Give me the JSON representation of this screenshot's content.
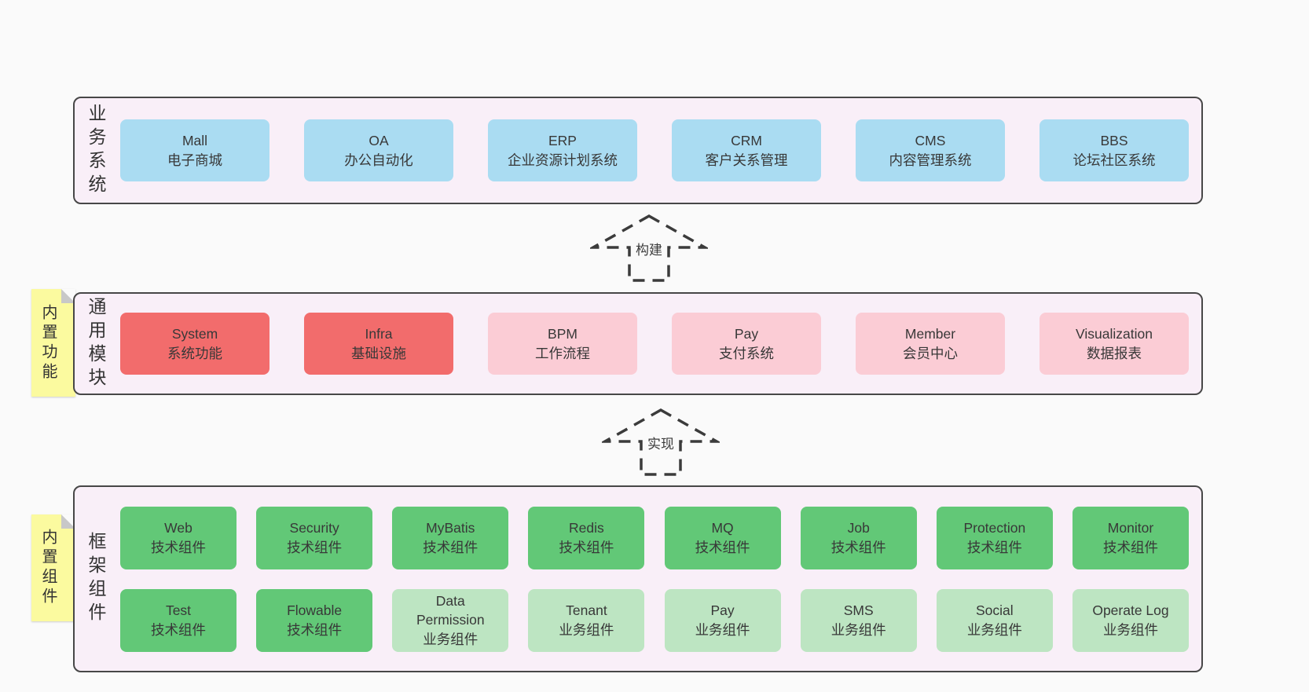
{
  "palette": {
    "page_bg": "#fafafa",
    "panel_bg": "#f9eff8",
    "panel_border": "#474747",
    "blue": "#aadcf2",
    "red": "#f26c6c",
    "pink": "#fbccd5",
    "green_dark": "#62c877",
    "green_light": "#bde5c2",
    "sticky_yellow": "#fbfa9f",
    "sticky_fold": "#c8c8c8",
    "text": "#383838"
  },
  "arrows": {
    "build": "构建",
    "implement": "实现"
  },
  "business": {
    "label": "业务系统",
    "items": [
      {
        "title": "Mall",
        "subtitle": "电子商城",
        "variant": "blue"
      },
      {
        "title": "OA",
        "subtitle": "办公自动化",
        "variant": "blue"
      },
      {
        "title": "ERP",
        "subtitle": "企业资源计划系统",
        "variant": "blue"
      },
      {
        "title": "CRM",
        "subtitle": "客户关系管理",
        "variant": "blue"
      },
      {
        "title": "CMS",
        "subtitle": "内容管理系统",
        "variant": "blue"
      },
      {
        "title": "BBS",
        "subtitle": "论坛社区系统",
        "variant": "blue"
      }
    ]
  },
  "modules": {
    "label": "通用模块",
    "sticky": "内置功能",
    "items": [
      {
        "title": "System",
        "subtitle": "系统功能",
        "variant": "red"
      },
      {
        "title": "Infra",
        "subtitle": "基础设施",
        "variant": "red"
      },
      {
        "title": "BPM",
        "subtitle": "工作流程",
        "variant": "pink"
      },
      {
        "title": "Pay",
        "subtitle": "支付系统",
        "variant": "pink"
      },
      {
        "title": "Member",
        "subtitle": "会员中心",
        "variant": "pink"
      },
      {
        "title": "Visualization",
        "subtitle": "数据报表",
        "variant": "pink"
      }
    ]
  },
  "framework": {
    "label": "框架组件",
    "sticky": "内置组件",
    "rows": [
      {
        "items": [
          {
            "title": "Web",
            "subtitle": "技术组件",
            "variant": "green"
          },
          {
            "title": "Security",
            "subtitle": "技术组件",
            "variant": "green"
          },
          {
            "title": "MyBatis",
            "subtitle": "技术组件",
            "variant": "green"
          },
          {
            "title": "Redis",
            "subtitle": "技术组件",
            "variant": "green"
          },
          {
            "title": "MQ",
            "subtitle": "技术组件",
            "variant": "green"
          },
          {
            "title": "Job",
            "subtitle": "技术组件",
            "variant": "green"
          },
          {
            "title": "Protection",
            "subtitle": "技术组件",
            "variant": "green"
          },
          {
            "title": "Monitor",
            "subtitle": "技术组件",
            "variant": "green"
          }
        ]
      },
      {
        "items": [
          {
            "title": "Test",
            "subtitle": "技术组件",
            "variant": "green"
          },
          {
            "title": "Flowable",
            "subtitle": "技术组件",
            "variant": "green"
          },
          {
            "title": "Data\nPermission",
            "subtitle": "业务组件",
            "variant": "green-light"
          },
          {
            "title": "Tenant",
            "subtitle": "业务组件",
            "variant": "green-light"
          },
          {
            "title": "Pay",
            "subtitle": "业务组件",
            "variant": "green-light"
          },
          {
            "title": "SMS",
            "subtitle": "业务组件",
            "variant": "green-light"
          },
          {
            "title": "Social",
            "subtitle": "业务组件",
            "variant": "green-light"
          },
          {
            "title": "Operate Log",
            "subtitle": "业务组件",
            "variant": "green-light"
          }
        ]
      }
    ]
  }
}
